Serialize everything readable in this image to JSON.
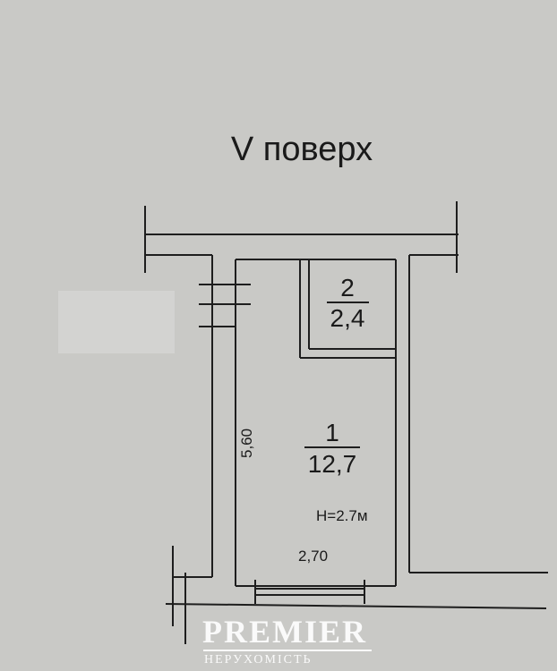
{
  "title": "V поверх",
  "rooms": [
    {
      "number": "2",
      "area": "2,4"
    },
    {
      "number": "1",
      "area": "12,7"
    }
  ],
  "dimensions": {
    "length": "5,60",
    "width": "2,70",
    "height": "H=2.7м"
  },
  "watermark": {
    "brand": "PREMIER",
    "subtitle": "НЕРУХОМІСТЬ"
  },
  "colors": {
    "background": "#c9c9c6",
    "ink": "#1a1a1a"
  }
}
